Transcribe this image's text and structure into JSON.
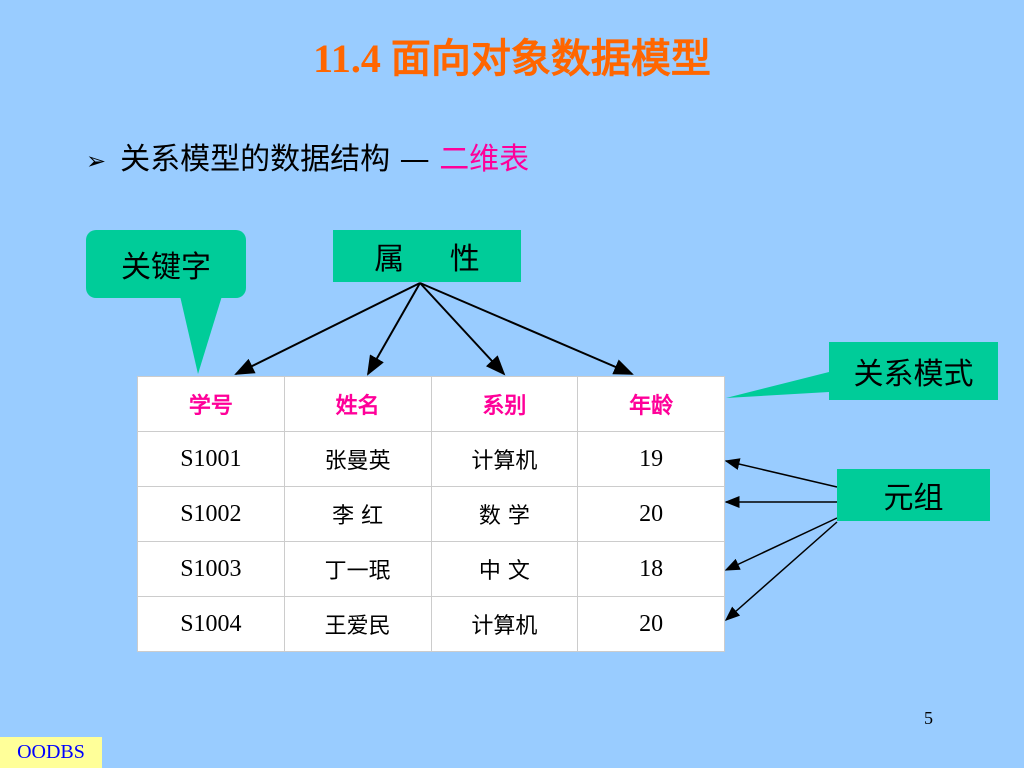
{
  "title": "11.4  面向对象数据模型",
  "bullet": {
    "marker": "➢",
    "text": "关系模型的数据结构 — ",
    "highlight": "二维表"
  },
  "callouts": {
    "keyword": "关键字",
    "attribute": "属 性",
    "schema": "关系模式",
    "tuple": "元组"
  },
  "table": {
    "headers": [
      "学号",
      "姓名",
      "系别",
      "年龄"
    ],
    "rows": [
      [
        "S1001",
        "张曼英",
        "计算机",
        "19"
      ],
      [
        "S1002",
        "李 红",
        "数 学",
        "20"
      ],
      [
        "S1003",
        "丁一珉",
        "中 文",
        "18"
      ],
      [
        "S1004",
        "王爱民",
        "计算机",
        "20"
      ]
    ]
  },
  "page_number": "5",
  "footer": "OODBS",
  "colors": {
    "background": "#99ccff",
    "title": "#ff6600",
    "highlight": "#ff0099",
    "callout": "#00cc99",
    "footer_bg": "#ffff99",
    "footer_text": "#0000ff"
  }
}
